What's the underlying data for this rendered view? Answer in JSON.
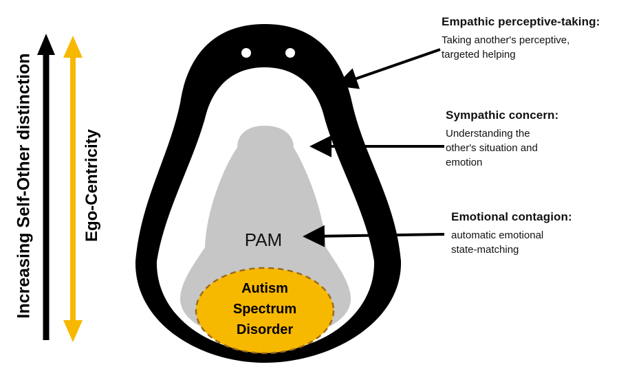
{
  "axis_labels": {
    "self_other": "Increasing Self-Other distinction",
    "ego_centricity": "Ego-Centricity"
  },
  "levels": [
    {
      "head": "Empathic perceptive-taking:",
      "body": "Taking another's perceptive,\ntargeted helping"
    },
    {
      "head": "Sympathic concern:",
      "body": "Understanding the\nother's situation and\nemotion"
    },
    {
      "head": "Emotional contagion:",
      "body": "automatic emotional\nstate-matching"
    }
  ],
  "core_label": "PAM",
  "inner_label": "Autism\nSpectrum\nDisorder",
  "colors": {
    "outer_layer": "#000000",
    "middle_layer": "#c6c6c6",
    "inner_disorder": "#f7b800",
    "ego_arrow": "#f7b800",
    "self_other_arrow": "#000000",
    "dashed_outline": "#9b6b1e"
  }
}
